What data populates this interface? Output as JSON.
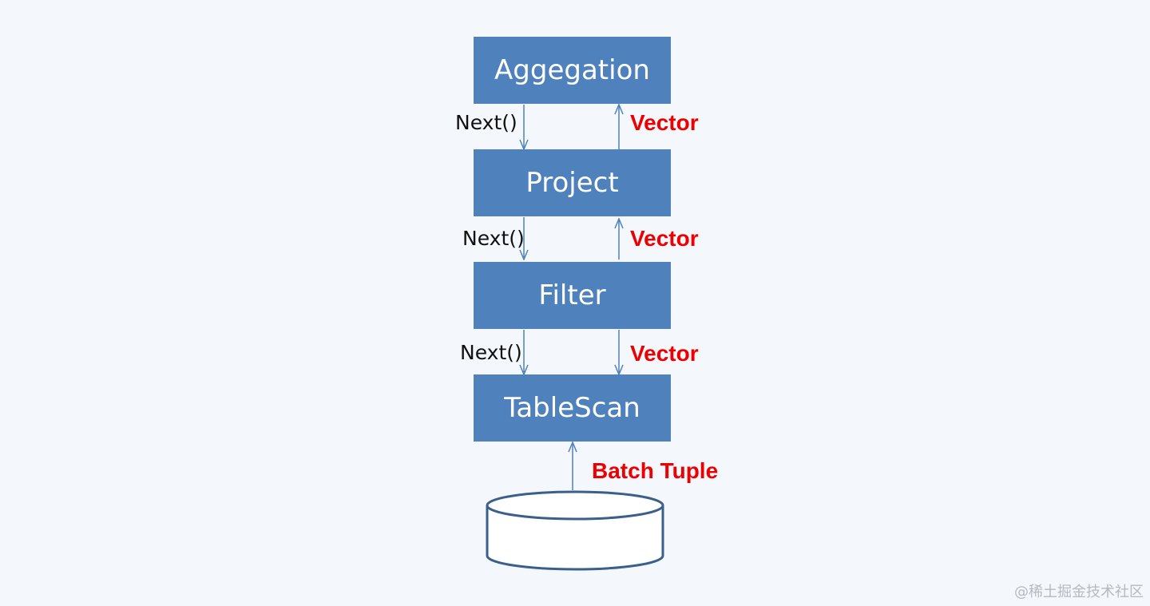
{
  "operators": {
    "aggregation": "Aggegation",
    "project": "Project",
    "filter": "Filter",
    "tablescan": "TableScan"
  },
  "calls": {
    "next_1": "Next()",
    "next_2": "Next()",
    "next_3": "Next()"
  },
  "returns": {
    "vector_1": "Vector",
    "vector_2": "Vector",
    "vector_3": "Vector",
    "batch_tuple": "Batch Tuple"
  },
  "watermark": "@稀土掘金技术社区",
  "colors": {
    "box_fill": "#4f81bd",
    "box_text": "#ffffff",
    "arrow": "#4f81bd",
    "return_label": "#ee0000",
    "call_label": "#111111",
    "storage_outline": "#3a5f8a",
    "background": "#f4f8fd"
  }
}
